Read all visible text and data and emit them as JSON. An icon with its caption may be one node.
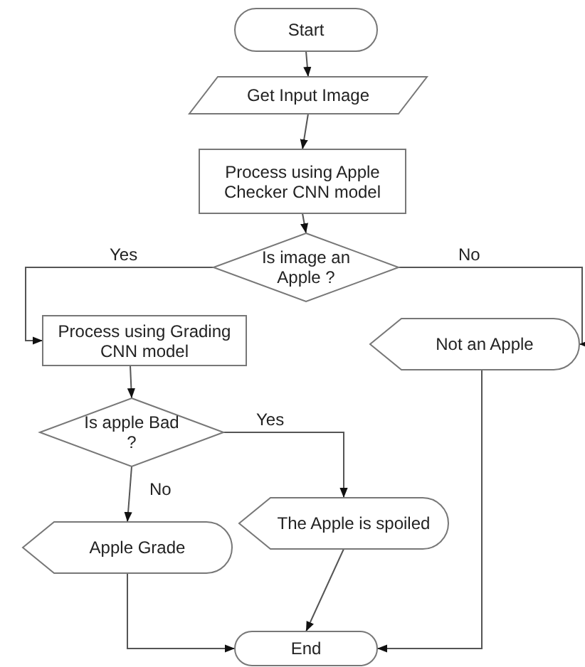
{
  "diagram": {
    "nodes": [
      {
        "text": [
          "Start"
        ]
      },
      {
        "text": [
          "Get Input Image"
        ]
      },
      {
        "text": [
          "Process using Apple Checker CNN model"
        ]
      },
      {
        "text": [
          "Is image an Apple ?"
        ]
      },
      {
        "text": [
          "Process using Grading CNN model"
        ]
      },
      {
        "text": [
          "Not an Apple"
        ]
      },
      {
        "text": [
          "Is apple Bad ?"
        ]
      },
      {
        "text": [
          "The Apple is spoiled"
        ]
      },
      {
        "text": [
          "Apple Grade"
        ]
      },
      {
        "text": [
          "End"
        ]
      }
    ],
    "edges": [
      {
        "from": 0,
        "to": 1,
        "arrow": "to"
      },
      {
        "from": 1,
        "to": 2,
        "arrow": "to"
      },
      {
        "from": 2,
        "to": 3,
        "arrow": "to"
      },
      {
        "from": 3,
        "to": 4,
        "arrow": "to",
        "label": "Yes"
      },
      {
        "from": 3,
        "to": 5,
        "arrow": "to",
        "label": "No"
      },
      {
        "from": 4,
        "to": 6,
        "arrow": "to"
      },
      {
        "from": 6,
        "to": 7,
        "arrow": "to",
        "label": "Yes"
      },
      {
        "from": 6,
        "to": 8,
        "arrow": "to",
        "label": "No"
      },
      {
        "from": 8,
        "to": 9,
        "arrow": "to"
      },
      {
        "from": 7,
        "to": 9,
        "arrow": "to"
      },
      {
        "from": 5,
        "to": 9,
        "arrow": "to"
      }
    ]
  }
}
